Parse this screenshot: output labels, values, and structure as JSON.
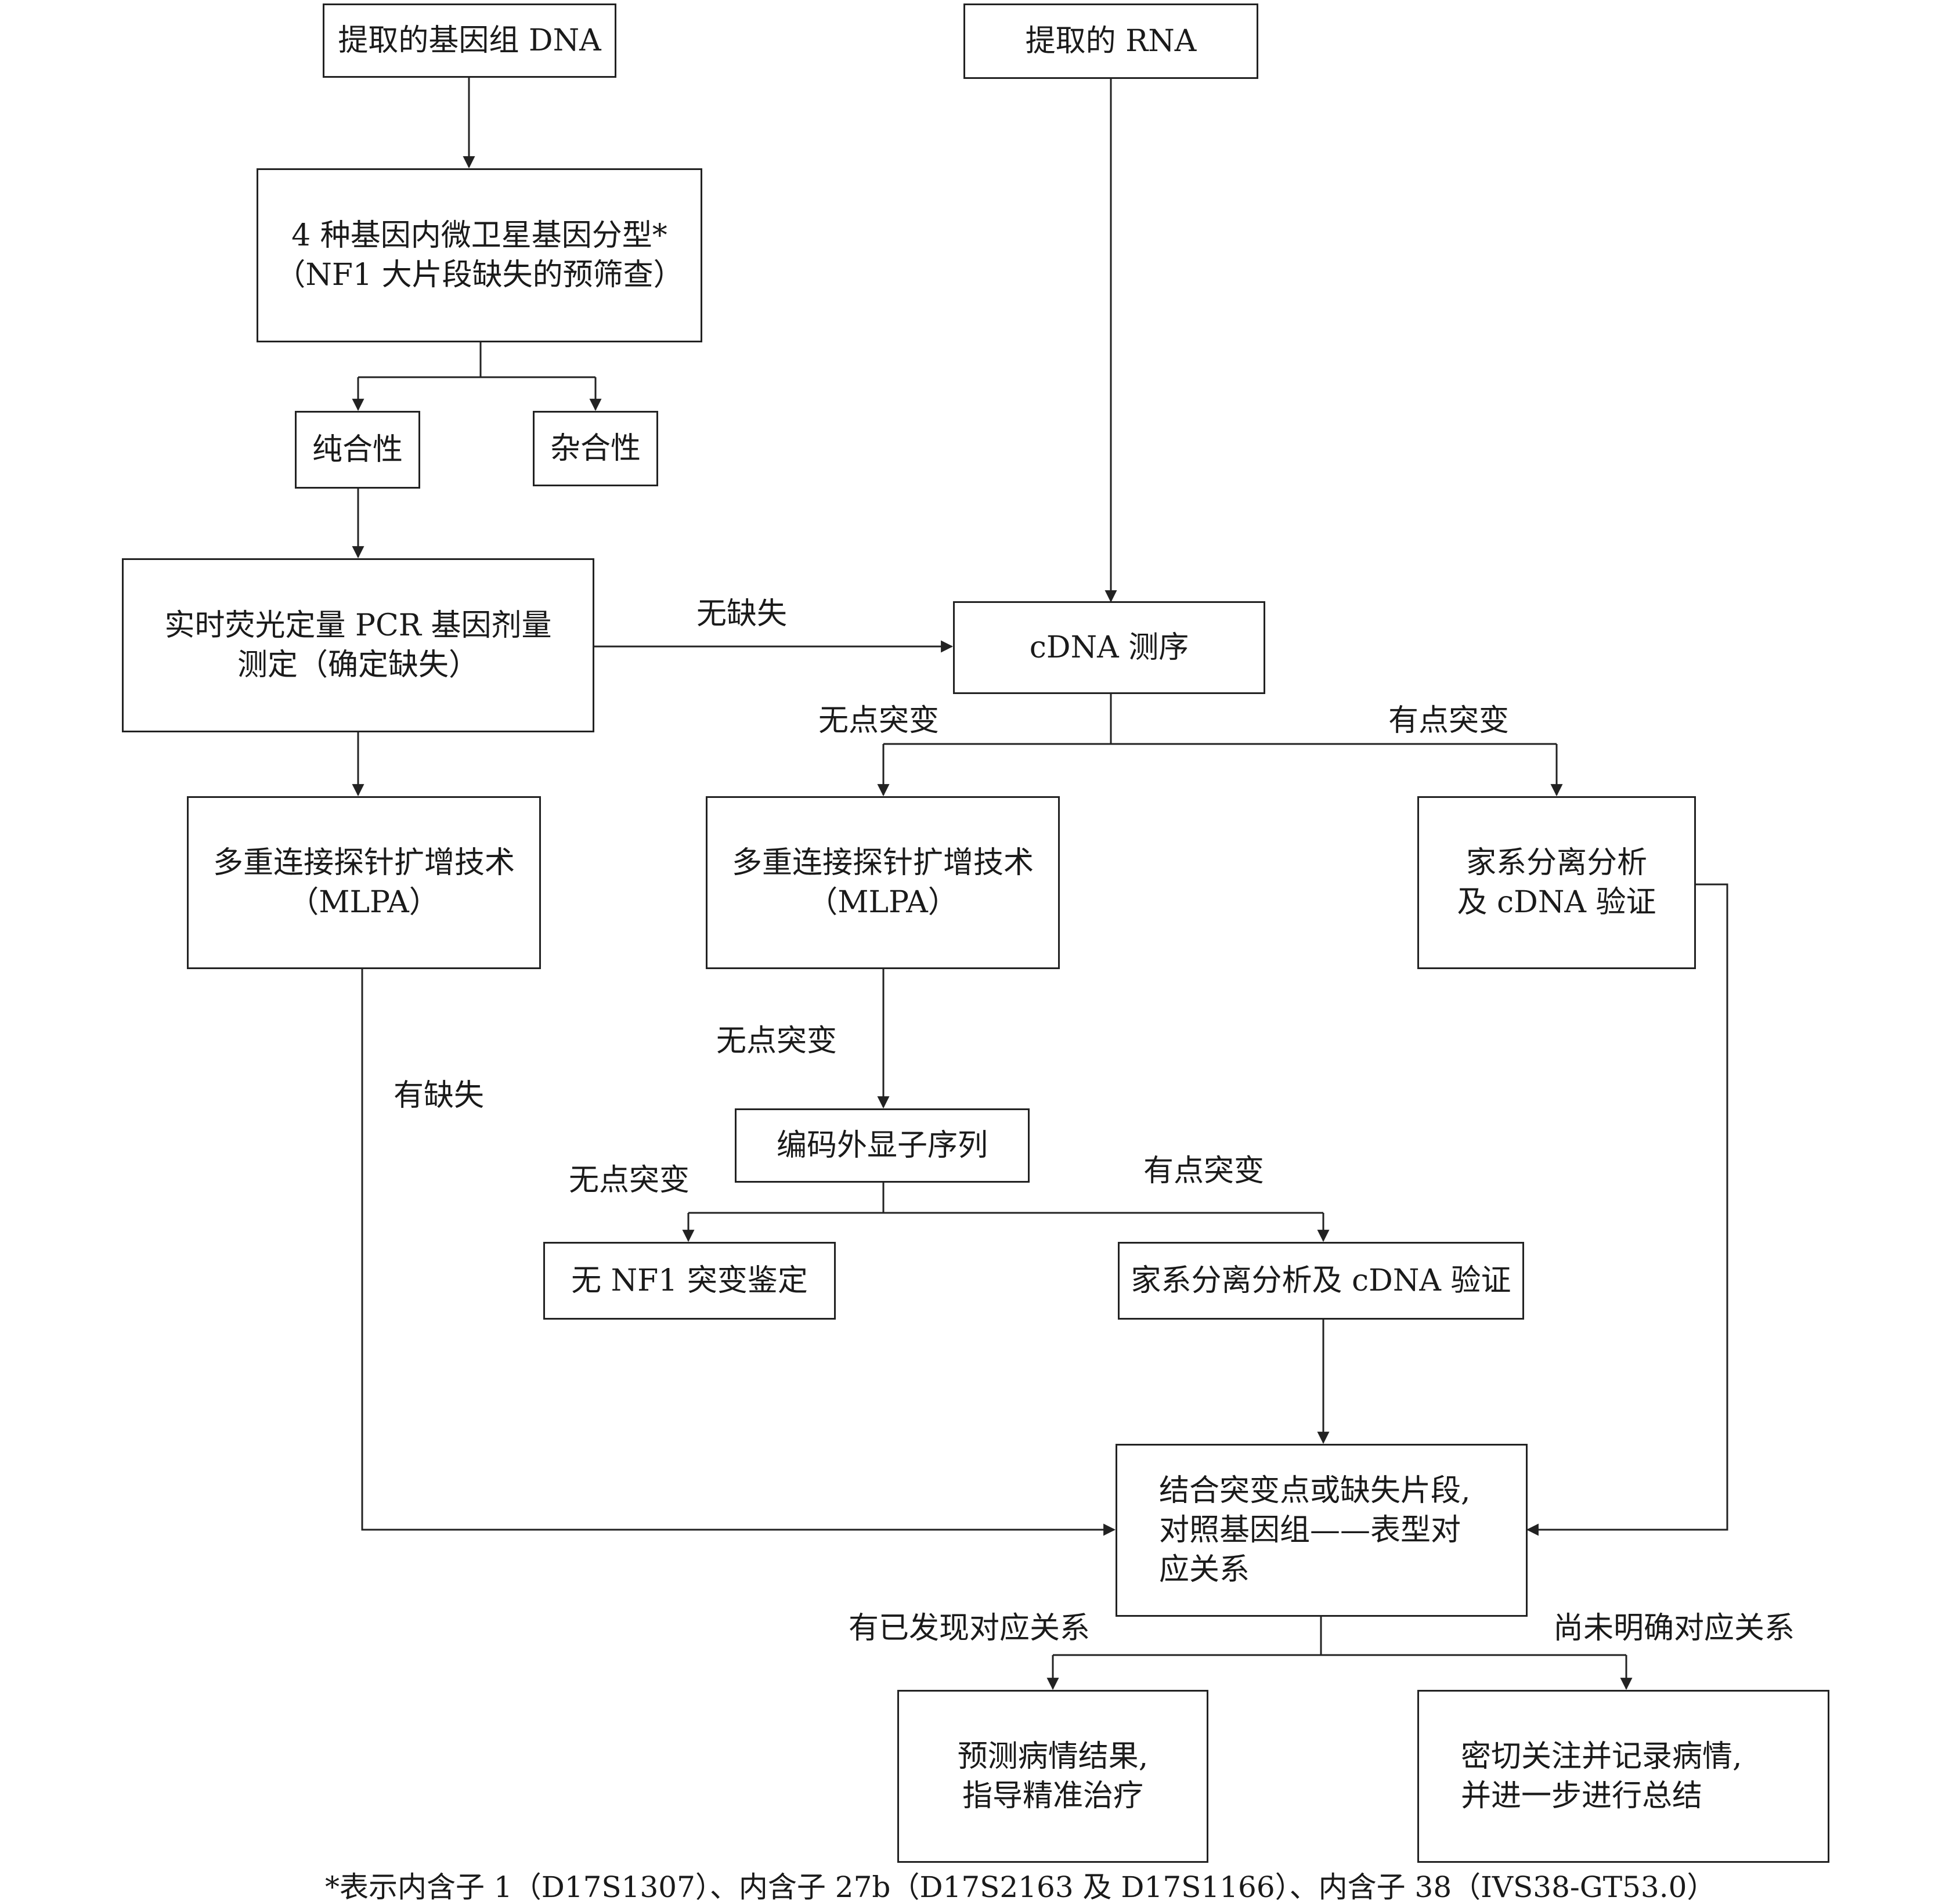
{
  "nodes": {
    "dna": {
      "lines": [
        "提取的基因组 DNA"
      ]
    },
    "rna": {
      "lines": [
        "提取的 RNA"
      ]
    },
    "microsat": {
      "lines": [
        "4 种基因内微卫星基因分型*",
        "（NF1 大片段缺失的预筛查）"
      ]
    },
    "homozygous": {
      "lines": [
        "纯合性"
      ]
    },
    "heterozygous": {
      "lines": [
        "杂合性"
      ]
    },
    "qpcr": {
      "lines": [
        "实时荧光定量 PCR 基因剂量",
        "测定（确定缺失）"
      ]
    },
    "cdna_seq": {
      "lines": [
        "cDNA 测序"
      ]
    },
    "mlpa_left": {
      "lines": [
        "多重连接探针扩增技术",
        "（MLPA）"
      ]
    },
    "mlpa_mid": {
      "lines": [
        "多重连接探针扩增技术",
        "（MLPA）"
      ]
    },
    "family_right": {
      "lines": [
        "家系分离分析",
        "及 cDNA 验证"
      ]
    },
    "exon_seq": {
      "lines": [
        "编码外显子序列"
      ]
    },
    "no_nf1": {
      "lines": [
        "无 NF1 突变鉴定"
      ]
    },
    "family_mid": {
      "lines": [
        "家系分离分析及 cDNA 验证"
      ]
    },
    "combine": {
      "lines": [
        "结合突变点或缺失片段,",
        "对照基因组——表型对",
        "应关系"
      ]
    },
    "predict": {
      "lines": [
        "预测病情结果,",
        "指导精准治疗"
      ]
    },
    "monitor": {
      "lines": [
        "密切关注并记录病情,",
        "并进一步进行总结"
      ]
    }
  },
  "edge_labels": {
    "no_deletion": "无缺失",
    "no_point_mut_1": "无点突变",
    "has_point_mut_1": "有点突变",
    "no_point_mut_2": "无点突变",
    "has_deletion": "有缺失",
    "no_point_mut_3": "无点突变",
    "has_point_mut_2": "有点突变",
    "found_relation": "有已发现对应关系",
    "unclear_relation": "尚未明确对应关系"
  },
  "footnote": "*表示内含子 1（D17S1307）、内含子 27b（D17S2163 及 D17S1166）、内含子 38（IVS38-GT53.0）"
}
